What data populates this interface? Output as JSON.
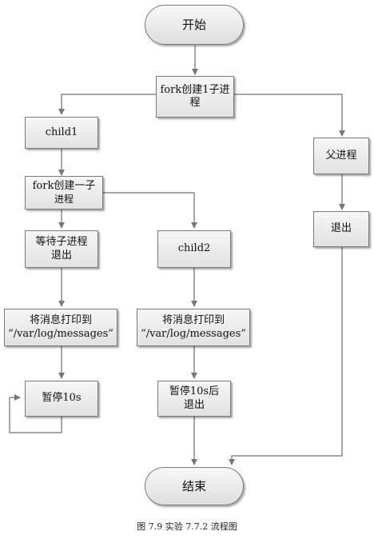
{
  "diagram": {
    "nodes": {
      "start": "开始",
      "fork1": "fork创建1子进\n程",
      "child1": "child1",
      "parent": "父进程",
      "fork2_line1": "fork创建一子",
      "fork2_line2": "进程",
      "wait": "等待子进程\n退出",
      "child2": "child2",
      "parent_exit": "退出",
      "log1": "将消息打印到\n“/var/log/messages”",
      "log2": "将消息打印到\n“/var/log/messages”",
      "sleep1": "暂停10s",
      "sleep2": "暂停10s后\n退出",
      "end": "结束"
    },
    "caption": "图 7.9    实验 7.7.2 流程图"
  }
}
